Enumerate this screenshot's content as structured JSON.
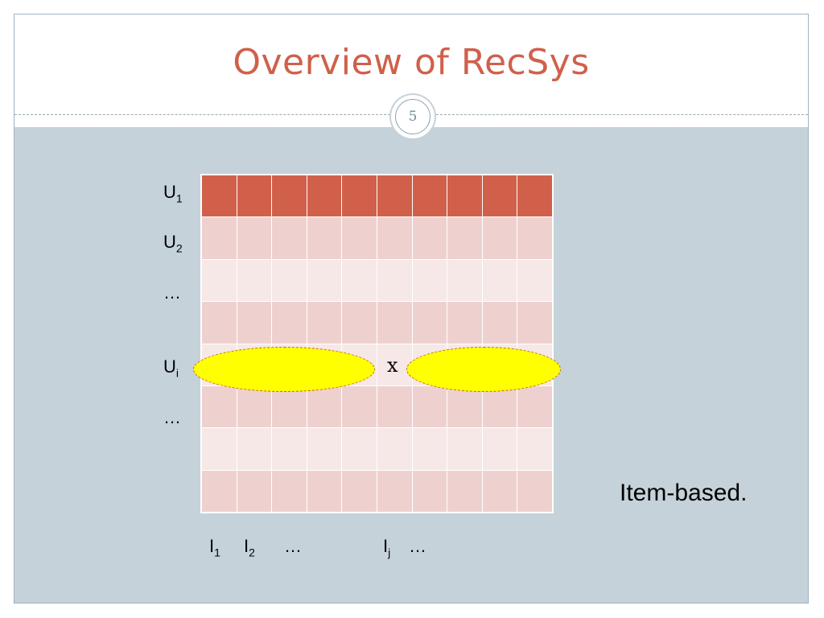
{
  "slide": {
    "title": "Overview of RecSys",
    "page_number": "5"
  },
  "matrix": {
    "rows": 8,
    "cols": 10,
    "row_labels": [
      {
        "main": "U",
        "sub": "1"
      },
      {
        "main": "U",
        "sub": "2"
      },
      {
        "main": "…",
        "sub": ""
      },
      {
        "main": "U",
        "sub": "i"
      },
      {
        "main": "…",
        "sub": ""
      }
    ],
    "col_labels": [
      {
        "main": "I",
        "sub": "1"
      },
      {
        "main": "I",
        "sub": "2"
      },
      {
        "main": "…",
        "sub": ""
      },
      {
        "main": "I",
        "sub": "j"
      },
      {
        "main": "…",
        "sub": ""
      }
    ],
    "target_mark": "x",
    "note": "Item-based."
  },
  "colors": {
    "title": "#d0604a",
    "header_row": "#d0604a",
    "row_cell": "#eed1cf",
    "row_cell_light": "#f6e8e7",
    "highlight": "#ffff00",
    "background": "#c5d2d9"
  }
}
